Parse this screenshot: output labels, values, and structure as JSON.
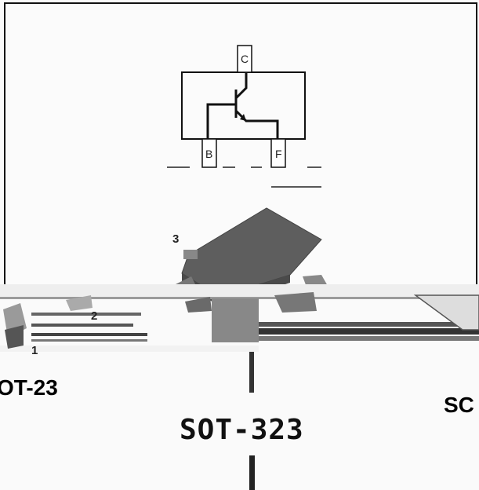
{
  "schematic": {
    "pin_collector": "C",
    "pin_base": "B",
    "pin_emitter": "F"
  },
  "package_pins": {
    "pin3": "3",
    "pin2": "2",
    "pin1": "1"
  },
  "packages": {
    "left": "OT-23",
    "center": "SOT-323",
    "right": "SC"
  },
  "colors": {
    "body_dark": "#5e5e5e",
    "body_top": "#6a6a6a",
    "line": "#111111",
    "background": "#fafafa"
  }
}
